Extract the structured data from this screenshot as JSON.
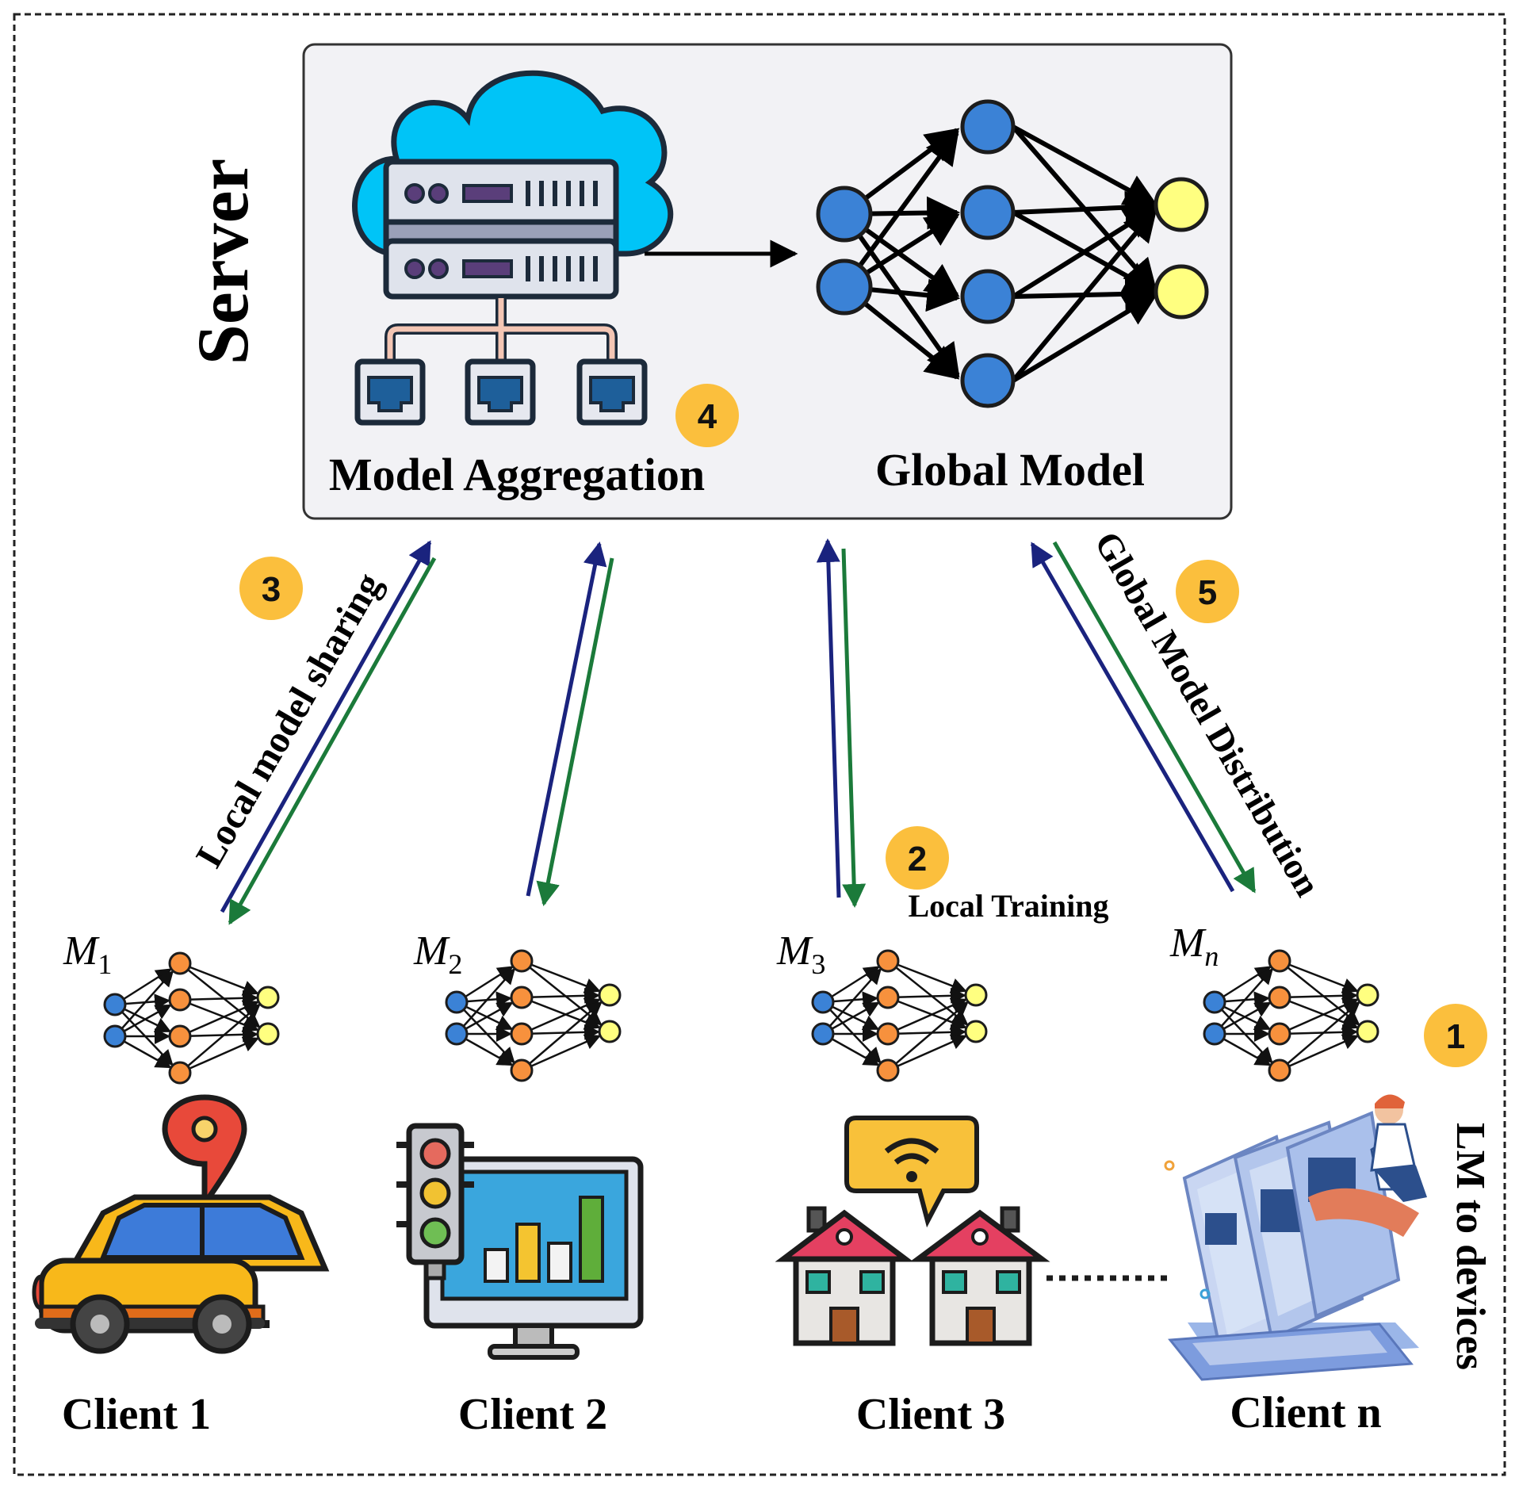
{
  "server": {
    "title": "Server",
    "aggregation_label": "Model Aggregation",
    "global_model_label": "Global Model"
  },
  "flow": {
    "local_model_sharing": "Local model sharing",
    "global_model_distribution": "Global Model Distribution",
    "local_training": "Local Training",
    "lm_to_devices": "LM to devices"
  },
  "steps": [
    "1",
    "2",
    "3",
    "4",
    "5"
  ],
  "models": [
    {
      "base": "M",
      "sub": "1"
    },
    {
      "base": "M",
      "sub": "2"
    },
    {
      "base": "M",
      "sub": "3"
    },
    {
      "base": "M",
      "sub": "n"
    }
  ],
  "clients": [
    "Client 1",
    "Client 2",
    "Client 3",
    "Client n"
  ],
  "colors": {
    "arrow_up": "#1a237e",
    "arrow_down": "#1b7a3a",
    "step_badge": "#fbbf3d",
    "input_node": "#3b82d6",
    "hidden_node_local": "#f7913d",
    "output_node": "#ffff80",
    "server_bg": "#f2f2f5",
    "cloud": "#00c4f7"
  }
}
